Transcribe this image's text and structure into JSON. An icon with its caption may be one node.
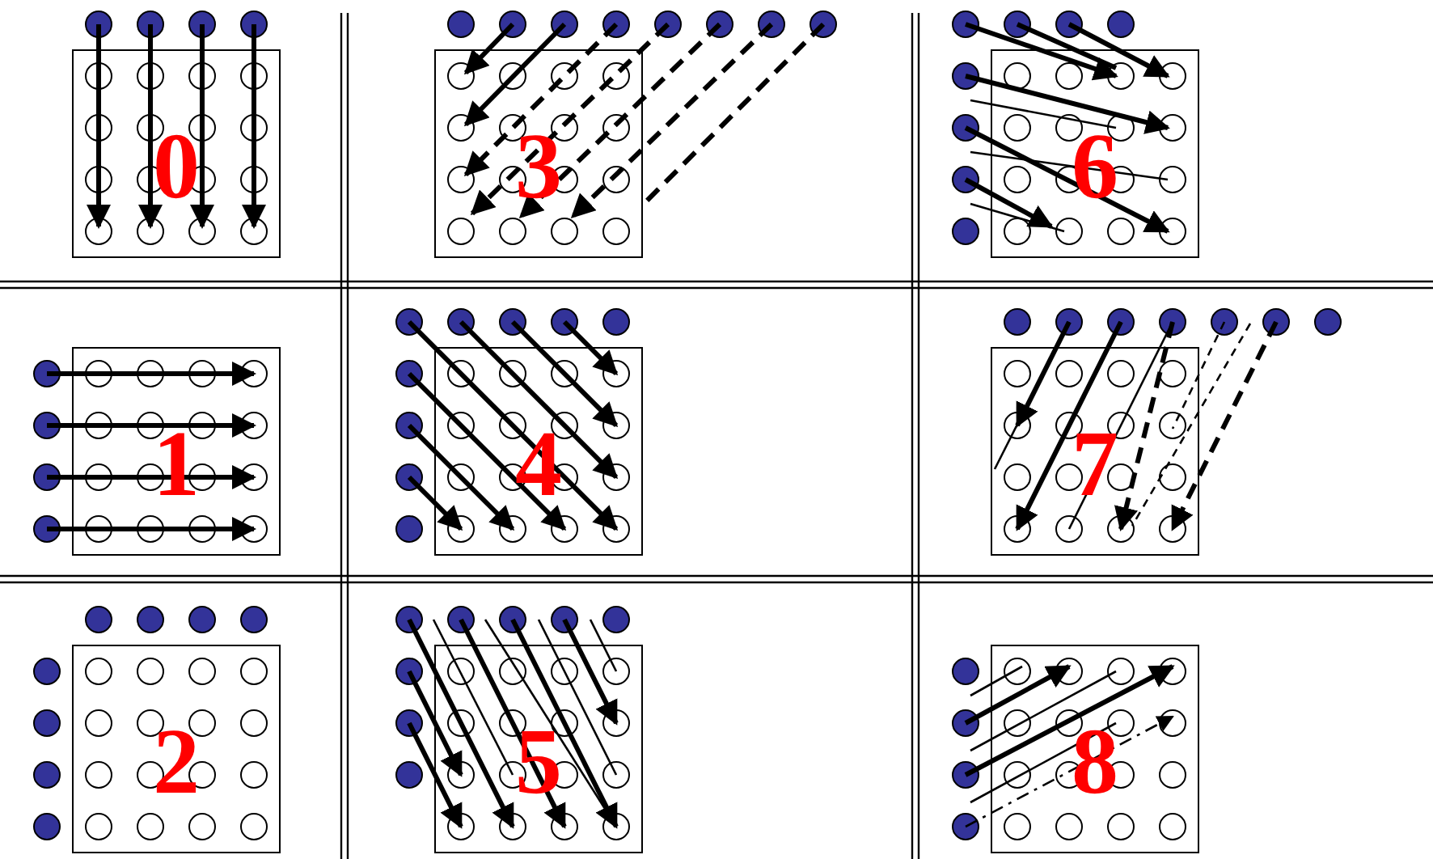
{
  "diagram": {
    "labels": [
      "0",
      "3",
      "6",
      "1",
      "4",
      "7",
      "2",
      "5",
      "8"
    ]
  }
}
